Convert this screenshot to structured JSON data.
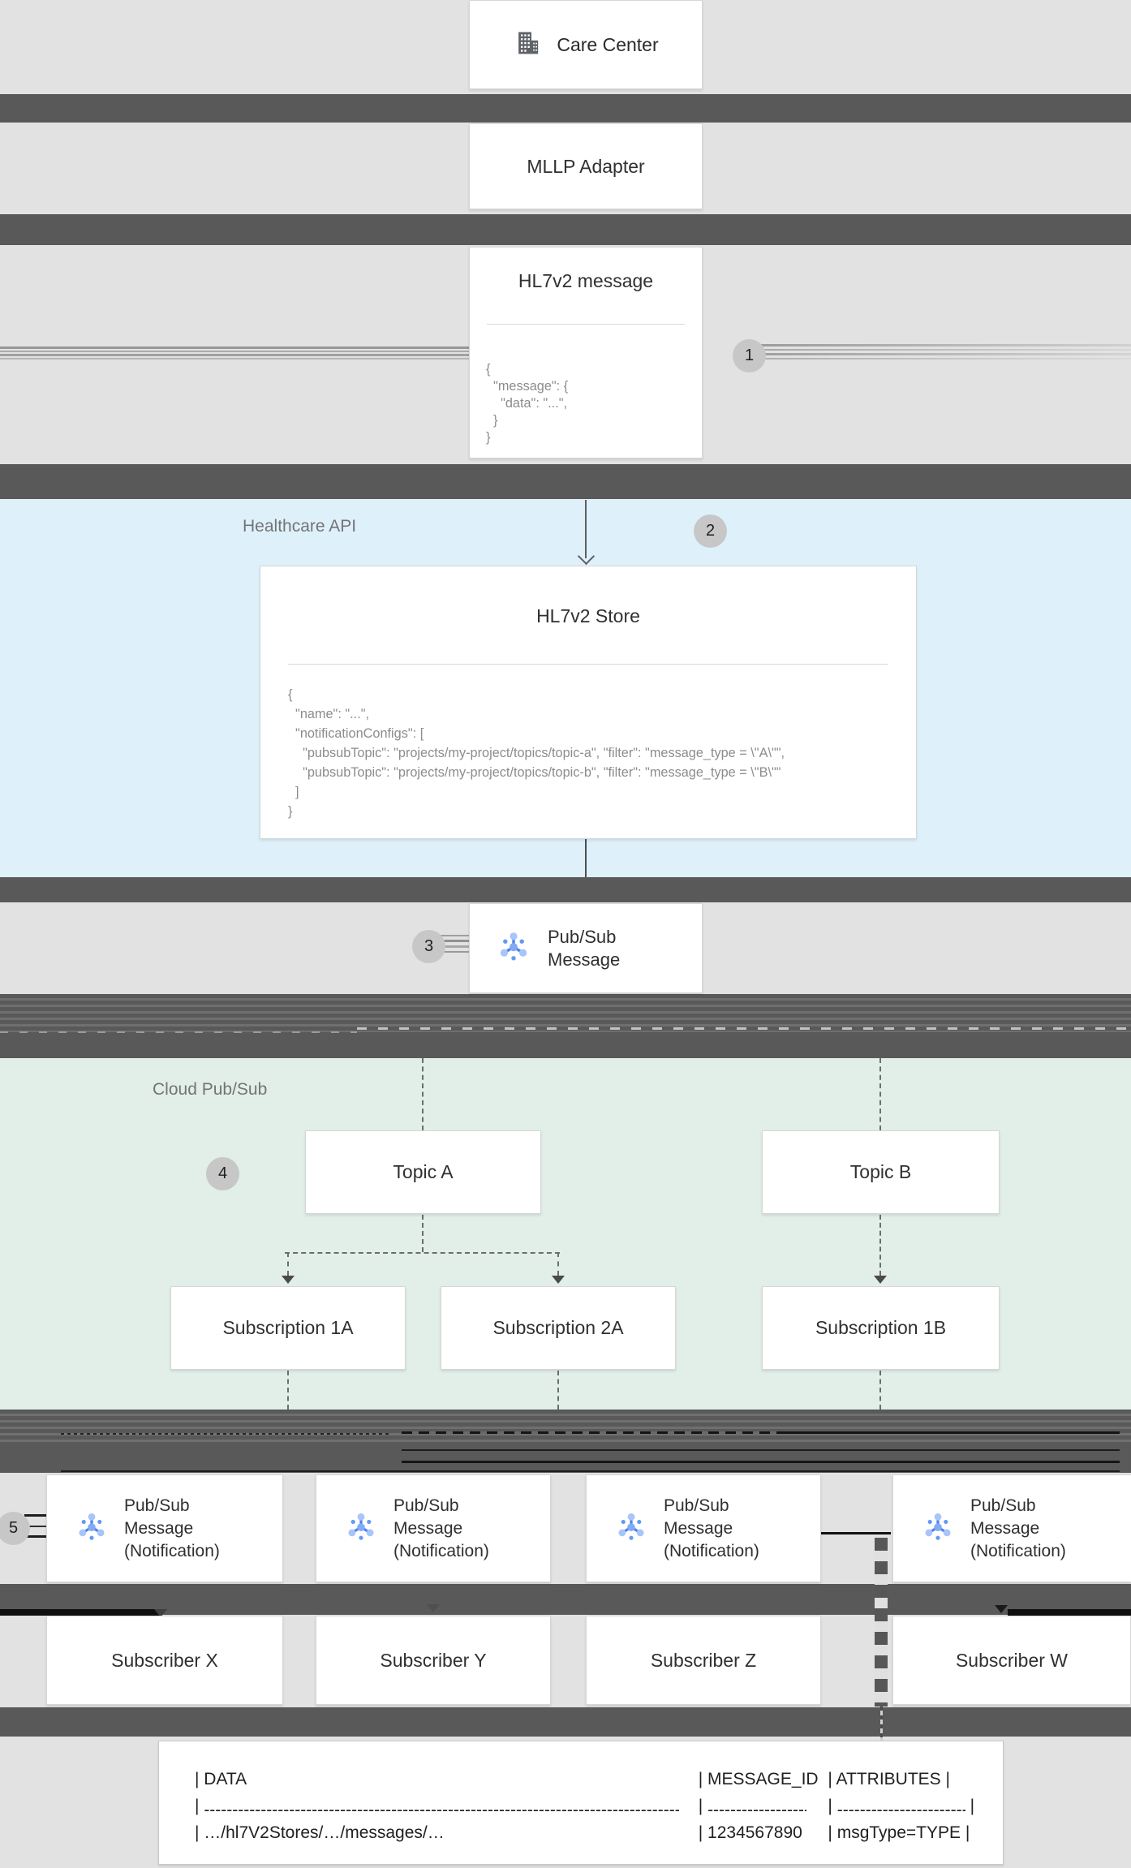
{
  "panels": {
    "healthcare_api": "Healthcare API",
    "cloud_pubsub": "Cloud Pub/Sub"
  },
  "steps": [
    "1",
    "2",
    "3",
    "4",
    "5"
  ],
  "nodes": {
    "care_center": {
      "label": "Care Center",
      "icon": "building-icon"
    },
    "mllp_adapter": {
      "label": "MLLP Adapter"
    },
    "hl7v2_message": {
      "title": "HL7v2 message",
      "code": "{\n  \"message\": {\n    \"data\": \"...\",\n  }\n}"
    },
    "hl7v2_store": {
      "title": "HL7v2 Store",
      "code": "{\n  \"name\": \"...\",\n  \"notificationConfigs\": [\n    \"pubsubTopic\": \"projects/my-project/topics/topic-a\", \"filter\": \"message_type = \\\"A\\\"\",\n    \"pubsubTopic\": \"projects/my-project/topics/topic-b\", \"filter\": \"message_type = \\\"B\\\"\"\n  ]\n}"
    },
    "pubsub_message": {
      "icon": "pubsub-icon",
      "line1": "Pub/Sub",
      "line2": "Message"
    },
    "topic_a": {
      "label": "Topic A"
    },
    "topic_b": {
      "label": "Topic B"
    },
    "subscription_1a": {
      "label": "Subscription 1A"
    },
    "subscription_2a": {
      "label": "Subscription 2A"
    },
    "subscription_1b": {
      "label": "Subscription 1B"
    },
    "notification": {
      "icon": "pubsub-icon",
      "line1": "Pub/Sub",
      "line2": "Message",
      "line3": "(Notification)"
    },
    "subscribers": [
      "Subscriber X",
      "Subscriber Y",
      "Subscriber Z",
      "Subscriber W"
    ]
  },
  "table": {
    "pipe": "|",
    "col1": {
      "header": "| DATA",
      "row": "| …/hl7V2Stores/…/messages/…"
    },
    "col2": {
      "header": "| MESSAGE_ID",
      "row": "| 1234567890"
    },
    "col3": {
      "header": "| ATTRIBUTES |",
      "row": "| msgType=TYPE |"
    },
    "dash": "--------------------------------------------------------------------------------------------------------------------------------------------------------------------------------------------------------"
  },
  "colors": {
    "band": "#595959",
    "healthcare_panel": "#def1fb",
    "pubsub_panel": "#e1efe8",
    "badge": "#c7c7c7",
    "pubsub_blue_light": "#a7c5fa",
    "pubsub_blue_mid": "#82aaf5",
    "pubsub_blue": "#4a84ee"
  }
}
